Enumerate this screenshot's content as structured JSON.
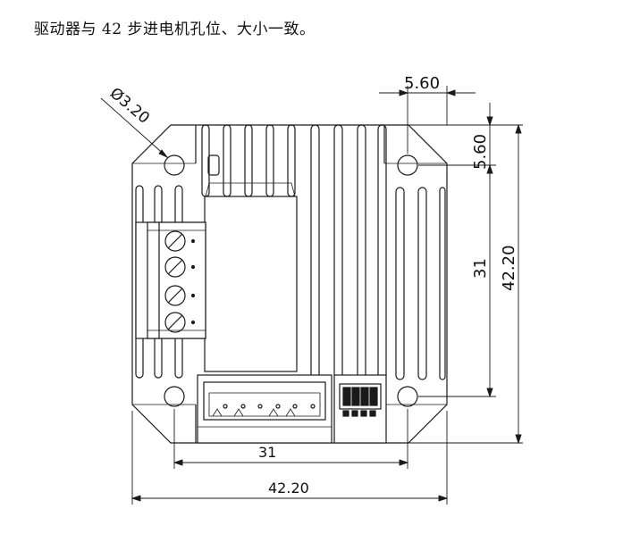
{
  "caption": "驱动器与 42 步进电机孔位、大小一致。",
  "dimensions": {
    "hole_diameter": "Ø3.20",
    "top_offset_horizontal": "5.60",
    "top_offset_vertical": "5.60",
    "hole_spacing_vertical": "31",
    "overall_height": "42.20",
    "hole_spacing_horizontal": "31",
    "overall_width": "42.20"
  },
  "colors": {
    "line": "#1a1a1a",
    "background": "#ffffff"
  }
}
